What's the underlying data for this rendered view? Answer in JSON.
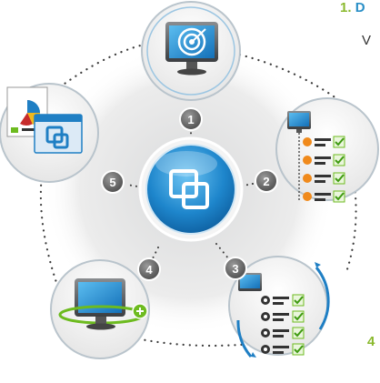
{
  "header": {
    "step_number": "1.",
    "step_letter": "D",
    "subtitle_letter": "V"
  },
  "bottom_step": "4",
  "cycle": {
    "center_icon": "overlapping-squares-icon",
    "steps": [
      {
        "badge": "1",
        "icon": "target-monitor-icon"
      },
      {
        "badge": "2",
        "icon": "checklist-monitor-icon"
      },
      {
        "badge": "3",
        "icon": "settings-checklist-icon"
      },
      {
        "badge": "4",
        "icon": "monitor-add-icon"
      },
      {
        "badge": "5",
        "icon": "report-window-icon"
      }
    ]
  },
  "colors": {
    "accent_blue": "#1f7fc4",
    "accent_green": "#6dbb1f",
    "accent_orange": "#f08a1c",
    "badge": "#555555"
  }
}
